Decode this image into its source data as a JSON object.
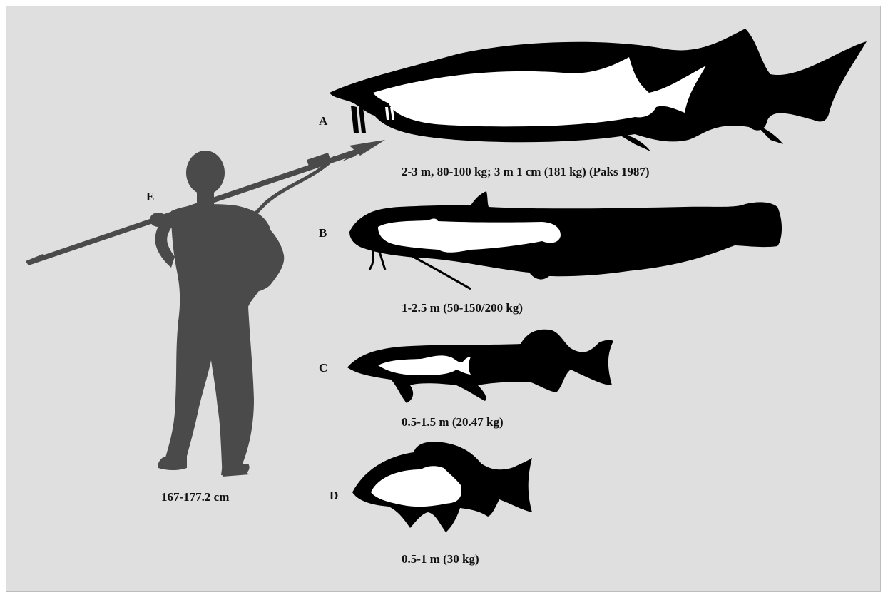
{
  "figure": {
    "background": "#dfdfdf",
    "silhouette_color": "#000000",
    "inner_silhouette_color": "#ffffff",
    "human_color": "#4a4a4a",
    "panels": {
      "A": {
        "letter": "A",
        "caption": "2-3 m, 80-100 kg; 3 m 1 cm (181 kg) (Paks 1987)"
      },
      "B": {
        "letter": "B",
        "caption": "1-2.5 m (50-150/200 kg)"
      },
      "C": {
        "letter": "C",
        "caption": "0.5-1.5 m (20.47 kg)"
      },
      "D": {
        "letter": "D",
        "caption": "0.5-1 m (30 kg)"
      },
      "E": {
        "letter": "E",
        "caption": "167-177.2 cm"
      }
    }
  }
}
